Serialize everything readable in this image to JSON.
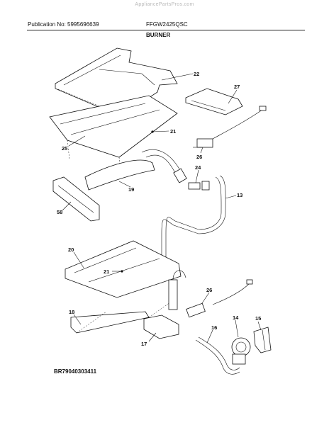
{
  "header": {
    "watermark": "AppliancePartsPros.com",
    "publication": "Publication No: 5995696639",
    "model": "FFGW2425QSC",
    "section_title": "BURNER"
  },
  "footer": {
    "diagram_code": "BR79040303411"
  },
  "callouts": {
    "c22": "22",
    "c27": "27",
    "c21a": "21",
    "c25": "25",
    "c26a": "26",
    "c24": "24",
    "c19": "19",
    "c13": "13",
    "c58": "58",
    "c20": "20",
    "c21b": "21",
    "c26b": "26",
    "c18": "18",
    "c14": "14",
    "c15": "15",
    "c16": "16",
    "c17": "17"
  }
}
